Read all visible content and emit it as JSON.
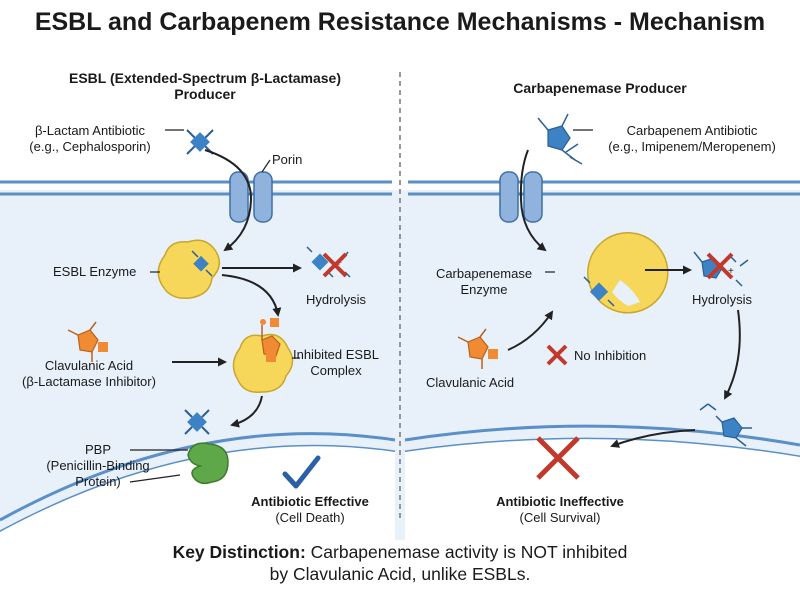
{
  "title": "ESBL and Carbapenem Resistance Mechanisms - Mechanism",
  "left_panel": {
    "title_line1": "ESBL (Extended-Spectrum β-Lactamase)",
    "title_line2": "Producer",
    "antibiotic_line1": "β-Lactam Antibiotic",
    "antibiotic_line2": "(e.g., Cephalosporin)",
    "porin": "Porin",
    "enzyme": "ESBL Enzyme",
    "hydrolysis": "Hydrolysis",
    "inhibitor_line1": "Clavulanic Acid",
    "inhibitor_line2": "(β-Lactamase Inhibitor)",
    "complex_line1": "Inhibited ESBL",
    "complex_line2": "Complex",
    "pbp_line1": "PBP",
    "pbp_line2": "(Penicillin-Binding",
    "pbp_line3": "Protein)",
    "outcome": "Antibiotic Effective",
    "outcome_sub": "(Cell Death)"
  },
  "right_panel": {
    "title": "Carbapenemase Producer",
    "antibiotic_line1": "Carbapenem Antibiotic",
    "antibiotic_line2": "(e.g., Imipenem/Meropenem)",
    "enzyme_line1": "Carbapenemase",
    "enzyme_line2": "Enzyme",
    "hydrolysis": "Hydrolysis",
    "no_inhibition": "No Inhibition",
    "inhibitor": "Clavulanic Acid",
    "outcome": "Antibiotic Ineffective",
    "outcome_sub": "(Cell Survival)"
  },
  "footer": {
    "bold": "Key Distinction:",
    "text_line1": " Carbapenemase activity is NOT inhibited",
    "text_line2": "by Clavulanic Acid, unlike ESBLs."
  },
  "colors": {
    "membrane": "#5b8fc7",
    "cell_fill": "#e8f1fa",
    "enzyme": "#f6d75a",
    "inhibitor": "#f08a33",
    "antibiotic": "#3d82c4",
    "pbp": "#5fa84a",
    "red_x": "#c0392b",
    "check": "#2b5fa6"
  }
}
